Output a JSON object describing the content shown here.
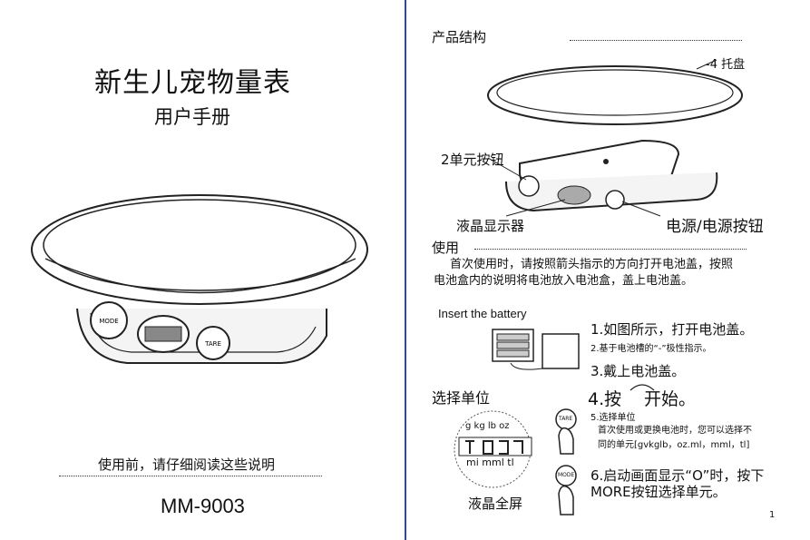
{
  "left": {
    "title": "新生儿宠物量表",
    "subtitle": "用户手册",
    "notice": "使用前，请仔细阅读这些说明",
    "model": "MM-9003",
    "scale_button_left": "MODE",
    "scale_button_right": "TARE"
  },
  "right": {
    "section_structure": "产品结构",
    "label_tray": "-4 托盘",
    "label_unit_button": "2单元按钮",
    "label_display": "液晶显示器",
    "label_power": "电源/电源按钮",
    "section_use": "使用",
    "use_text_line1": "首次使用时，请按照箭头指示的方向打开电池盖，按照",
    "use_text_line2": "电池盒内的说明将电池放入电池盒，盖上电池盖。",
    "battery_title": "Insert the battery",
    "step1": "1.如图所示，打开电池盖。",
    "step2": "2.基于电池槽的“-”极性指示。",
    "step3": "3.戴上电池盖。",
    "step4a": "4.按",
    "step4b": "开始。",
    "section_unit": "选择单位",
    "unit_top": "g kg lb oz",
    "unit_bottom": "mi mml tl",
    "lcd_caption": "液晶全屏",
    "step5_title": "5.选择单位",
    "step5_line1": "首次使用或更换电池时，您可以选择不",
    "step5_line2": "同的单元[gvkglb，oz.ml，mml，tl]",
    "step6_line1": "6.启动画面显示“O”时，按下",
    "step6_line2": "MORE按钮选择单元。",
    "tare_icon_label": "TARE",
    "mode_icon_label": "MODE",
    "page_number": "1"
  }
}
